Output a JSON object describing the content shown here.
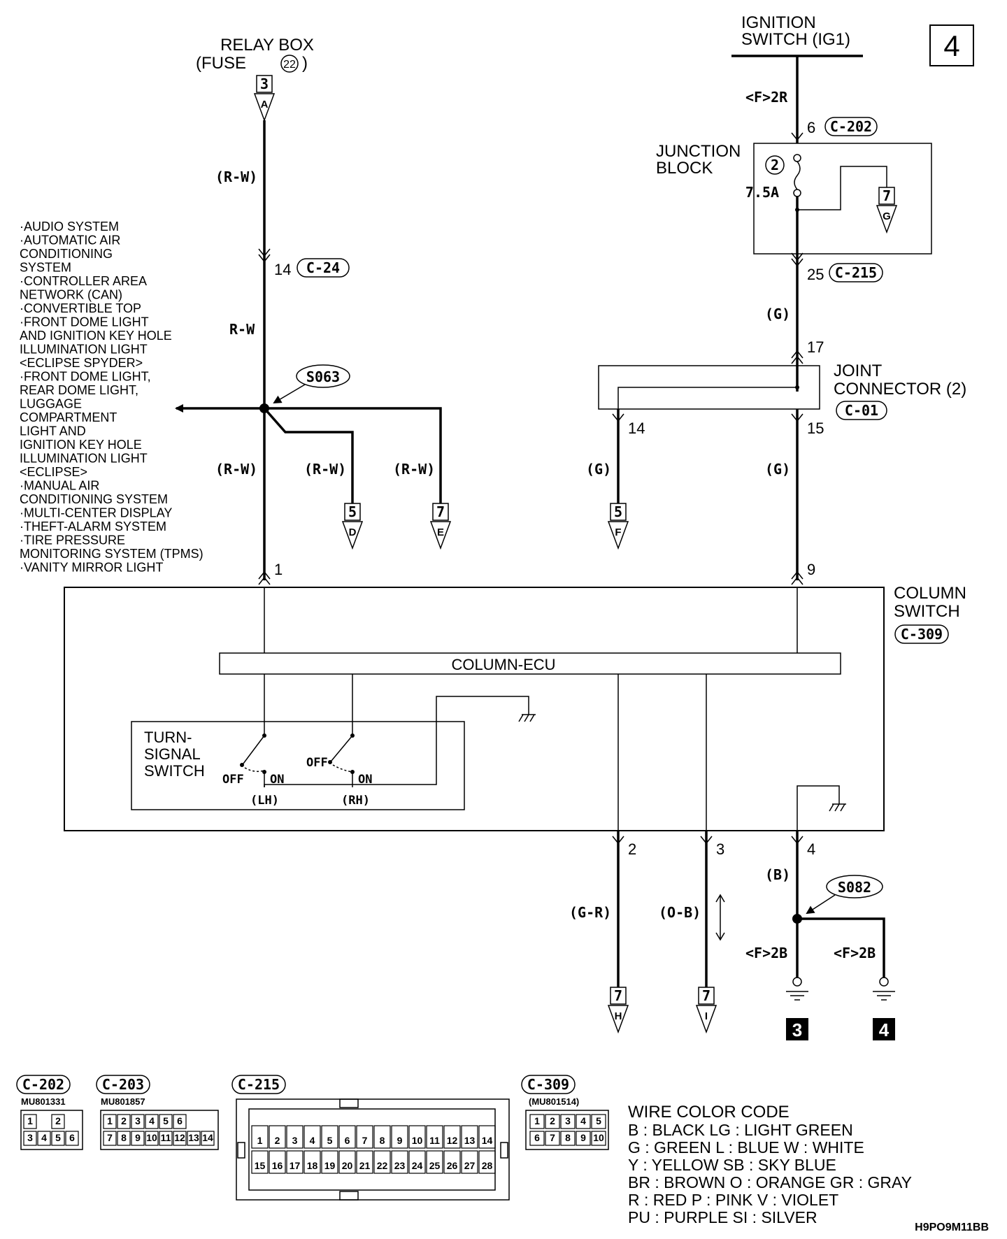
{
  "page_number": "4",
  "figure_code": "H9PO9M11BB",
  "relay_box": {
    "title": "RELAY BOX",
    "fuse": "(FUSE",
    "fuse_num": "22",
    "fuse_close": ")",
    "ref_num": "3",
    "ref_letter": "A"
  },
  "ignition": {
    "line1": "IGNITION",
    "line2": "SWITCH (IG1)",
    "wire_label": "<F>2R"
  },
  "junction_block": {
    "line1": "JUNCTION",
    "line2": "BLOCK",
    "fuse_num": "2",
    "fuse_rating": "7.5A",
    "ref_num": "7",
    "ref_letter": "G"
  },
  "connectors": {
    "c202": "C-202",
    "c24": "C-24",
    "c215": "C-215",
    "c01": "C-01",
    "c309": "C-309",
    "pin6": "6",
    "pin14": "14",
    "pin25": "25",
    "pin17": "17",
    "pin14b": "14",
    "pin15": "15",
    "pin1": "1",
    "pin9": "9",
    "pin2": "2",
    "pin3": "3",
    "pin4": "4"
  },
  "joint_connector": {
    "line1": "JOINT",
    "line2": "CONNECTOR (2)"
  },
  "wires": {
    "rw_paren": "(R-W)",
    "rw": "R-W",
    "g_paren": "(G)",
    "gr": "(G-R)",
    "ob": "(O-B)",
    "b": "(B)",
    "f2b": "<F>2B"
  },
  "splices": {
    "s063": "S063",
    "s082": "S082"
  },
  "refs": {
    "d": {
      "num": "5",
      "letter": "D"
    },
    "e": {
      "num": "7",
      "letter": "E"
    },
    "f": {
      "num": "5",
      "letter": "F"
    },
    "h": {
      "num": "7",
      "letter": "H"
    },
    "i": {
      "num": "7",
      "letter": "I"
    }
  },
  "grounds": {
    "g3": "3",
    "g4": "4"
  },
  "system_list": [
    "·AUDIO SYSTEM",
    "·AUTOMATIC AIR",
    " CONDITIONING",
    " SYSTEM",
    "·CONTROLLER AREA",
    " NETWORK (CAN)",
    "·CONVERTIBLE TOP",
    "·FRONT DOME LIGHT",
    " AND IGNITION KEY HOLE",
    " ILLUMINATION LIGHT",
    " <ECLIPSE SPYDER>",
    "·FRONT DOME LIGHT,",
    " REAR DOME LIGHT,",
    " LUGGAGE",
    " COMPARTMENT",
    " LIGHT AND",
    " IGNITION KEY HOLE",
    " ILLUMINATION LIGHT",
    " <ECLIPSE>",
    "·MANUAL AIR",
    " CONDITIONING SYSTEM",
    "·MULTI-CENTER DISPLAY",
    "·THEFT-ALARM SYSTEM",
    "·TIRE PRESSURE",
    " MONITORING SYSTEM (TPMS)",
    "·VANITY MIRROR LIGHT"
  ],
  "column_switch": {
    "line1": "COLUMN",
    "line2": "SWITCH",
    "ecu": "COLUMN-ECU"
  },
  "turn_switch": {
    "line1": "TURN-",
    "line2": "SIGNAL",
    "line3": "SWITCH",
    "off": "OFF",
    "on": "ON",
    "lh": "(LH)",
    "rh": "(RH)"
  },
  "connector_views": {
    "c202": {
      "label": "C-202",
      "part": "MU801331",
      "top": [
        "1",
        "",
        "2"
      ],
      "bottom": [
        "3",
        "4",
        "5",
        "6"
      ]
    },
    "c203": {
      "label": "C-203",
      "part": "MU801857",
      "top": [
        "1",
        "2",
        "3",
        "4",
        "5",
        "6"
      ],
      "bottom": [
        "7",
        "8",
        "9",
        "10",
        "11",
        "12",
        "13",
        "14"
      ]
    },
    "c215": {
      "label": "C-215",
      "top": [
        "1",
        "2",
        "3",
        "4",
        "5",
        "6",
        "7",
        "8",
        "9",
        "10",
        "11",
        "12",
        "13",
        "14"
      ],
      "bottom": [
        "15",
        "16",
        "17",
        "18",
        "19",
        "20",
        "21",
        "22",
        "23",
        "24",
        "25",
        "26",
        "27",
        "28"
      ]
    },
    "c309": {
      "label": "C-309",
      "part": "(MU801514)",
      "top": [
        "1",
        "2",
        "3",
        "4",
        "5"
      ],
      "bottom": [
        "6",
        "7",
        "8",
        "9",
        "10"
      ]
    }
  },
  "color_code": {
    "title": "WIRE COLOR CODE",
    "lines": [
      "B : BLACK     LG : LIGHT GREEN",
      "G : GREEN       L : BLUE     W : WHITE",
      "Y : YELLOW      SB : SKY BLUE",
      "BR : BROWN     O : ORANGE     GR : GRAY",
      "R : RED      P : PINK      V : VIOLET",
      "PU : PURPLE      SI : SILVER"
    ]
  }
}
